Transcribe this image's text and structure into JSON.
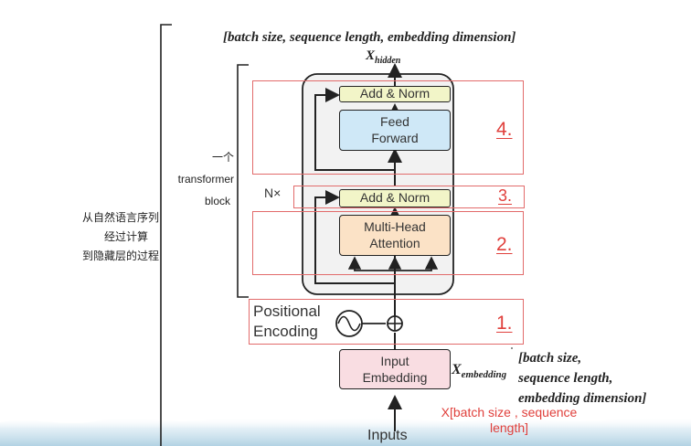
{
  "top_dims": "[batch size,  sequence length,  embedding dimension]",
  "x_hidden": {
    "base": "X",
    "sub": "hidden"
  },
  "add_norm_top": "Add & Norm",
  "feed_forward": [
    "Feed",
    "Forward"
  ],
  "add_norm_mid": "Add & Norm",
  "multi_head": [
    "Multi-Head",
    "Attention"
  ],
  "nx": "N×",
  "block_label": [
    "一个",
    "transformer",
    "block"
  ],
  "left_label": [
    "从自然语言序列",
    "经过计算",
    "到隐藏层的过程"
  ],
  "positional": [
    "Positional",
    "Encoding"
  ],
  "input_embedding": [
    "Input",
    "Embedding"
  ],
  "x_embedding": {
    "base": "X",
    "sub": "embedding"
  },
  "right_dims": [
    "[batch size,",
    "sequence length,",
    "embedding dimension]"
  ],
  "red_note": [
    "X[batch size , sequence",
    "length]"
  ],
  "inputs": "Inputs",
  "numbers": [
    "4.",
    "3.",
    "2.",
    "1."
  ],
  "colors": {
    "add_norm": "#f2f5c8",
    "feed_forward": "#cfe8f7",
    "attention": "#fbe2c6",
    "embedding": "#f9dde2",
    "block_bg": "#f2f2f2",
    "red": "#e0403c",
    "water": "#bcd9ea"
  }
}
